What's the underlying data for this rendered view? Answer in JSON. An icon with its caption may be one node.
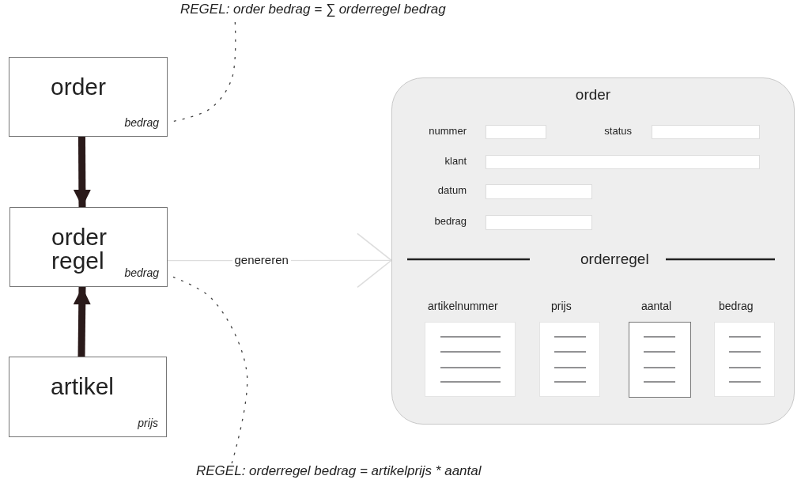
{
  "diagram": {
    "nodes": [
      {
        "text": [
          "order",
          "bedrag"
        ]
      },
      {
        "text": [
          "order regel",
          "bedrag"
        ]
      },
      {
        "text": [
          "artikel",
          "prijs"
        ]
      },
      {
        "text": [
          "REGEL: order bedrag = ∑ orderregel bedrag"
        ]
      },
      {
        "text": [
          "REGEL: orderregel bedrag = artikelprijs * aantal"
        ]
      },
      {
        "text": [
          "order"
        ]
      }
    ],
    "edges": [
      {
        "from": 0,
        "to": 1,
        "arrow": "to",
        "style": "thick"
      },
      {
        "from": 2,
        "to": 1,
        "arrow": "to",
        "style": "thick"
      },
      {
        "from": 1,
        "to": 5,
        "arrow": "to",
        "label": "genereren",
        "color": "#dddddd"
      },
      {
        "from": 3,
        "to": 0,
        "arrow": "none",
        "style": "dashed"
      },
      {
        "from": 4,
        "to": 1,
        "arrow": "none",
        "style": "dashed"
      }
    ],
    "labels": [
      "nummer",
      "status",
      "klant",
      "datum",
      "bedrag",
      "orderregel",
      "artikelnummer",
      "prijs",
      "aantal",
      "bedrag"
    ]
  }
}
